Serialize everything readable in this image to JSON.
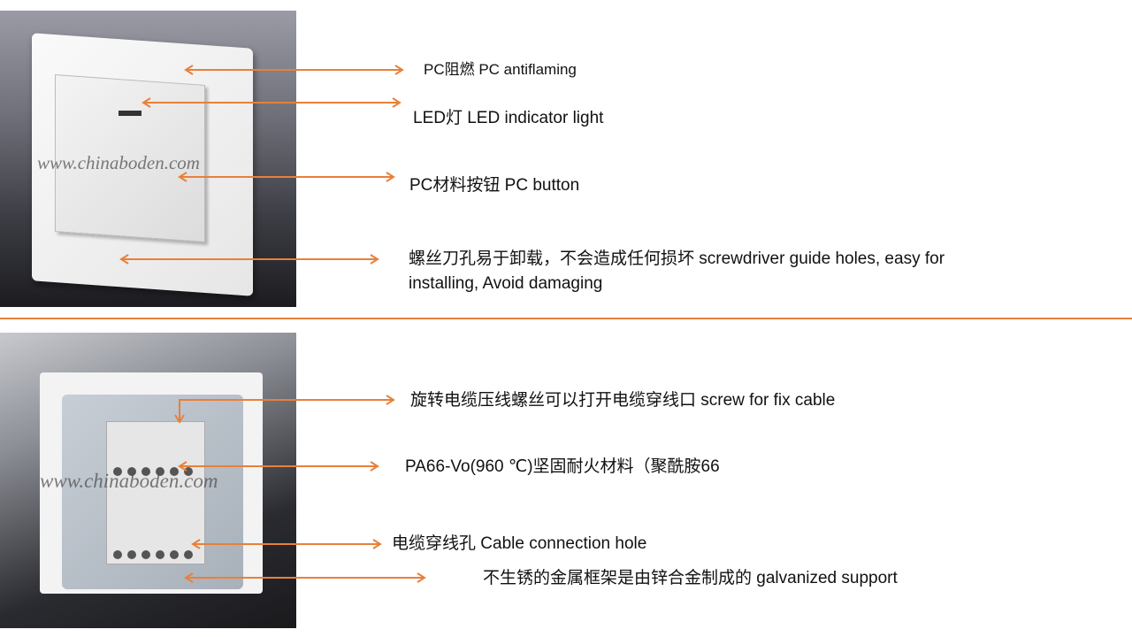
{
  "watermark": "www.chinaboden.com",
  "colors": {
    "accent": "#e8803a"
  },
  "top_labels": [
    "PC阻燃 PC antiflaming",
    "LED灯 LED indicator light",
    "PC材料按钮 PC button",
    "螺丝刀孔易于卸载，不会造成任何损坏 screwdriver guide holes, easy for",
    "installing,  Avoid damaging"
  ],
  "bottom_labels": [
    "旋转电缆压线螺丝可以打开电缆穿线口  screw for fix cable",
    "PA66-Vo(960 ℃)坚固耐火材料（聚酰胺66",
    "电缆穿线孔  Cable connection hole",
    "不生锈的金属框架是由锌合金制成的  galvanized support"
  ]
}
